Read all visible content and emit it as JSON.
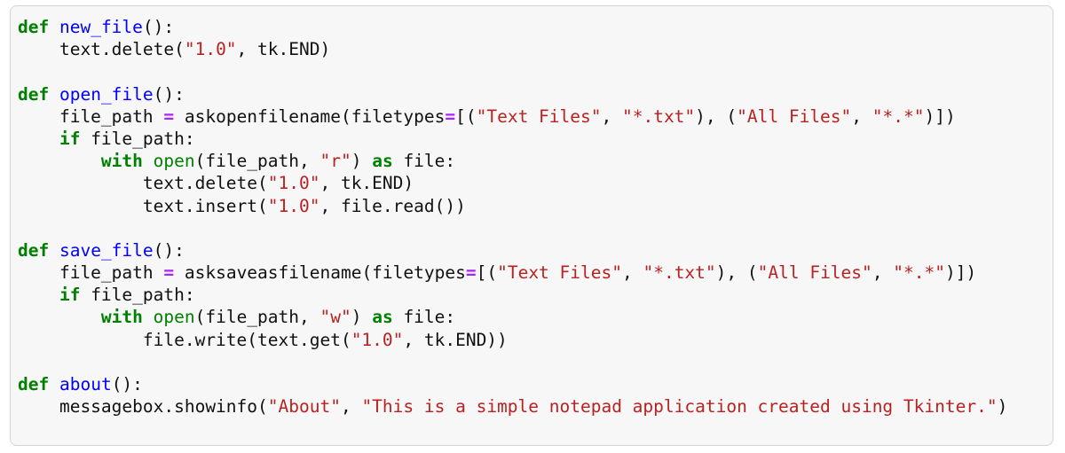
{
  "palette": {
    "page_background": "#ffffff",
    "block_background": "#f7f7f7",
    "block_border": "#d5d5d5",
    "keyword": "#008000",
    "function_name": "#0000FF",
    "builtin": "#008000",
    "string": "#BA2121",
    "operator": "#AA22FF",
    "plain": "#111111"
  },
  "code": {
    "language": "python",
    "token_styles": {
      "k": {
        "name": "keyword",
        "color": "#008000",
        "bold": true
      },
      "f": {
        "name": "function-name",
        "color": "#0000FF",
        "bold": false
      },
      "b": {
        "name": "builtin",
        "color": "#008000",
        "bold": false
      },
      "s": {
        "name": "string",
        "color": "#BA2121",
        "bold": false
      },
      "o": {
        "name": "operator",
        "color": "#AA22FF",
        "bold": true
      },
      "p": {
        "name": "plain",
        "color": "#111111",
        "bold": false
      }
    },
    "lines": [
      [
        {
          "t": "def",
          "c": "k"
        },
        {
          "t": " ",
          "c": "p"
        },
        {
          "t": "new_file",
          "c": "f"
        },
        {
          "t": "():",
          "c": "p"
        }
      ],
      [
        {
          "t": "    text.delete(",
          "c": "p"
        },
        {
          "t": "\"1.0\"",
          "c": "s"
        },
        {
          "t": ", tk.END)",
          "c": "p"
        }
      ],
      [],
      [
        {
          "t": "def",
          "c": "k"
        },
        {
          "t": " ",
          "c": "p"
        },
        {
          "t": "open_file",
          "c": "f"
        },
        {
          "t": "():",
          "c": "p"
        }
      ],
      [
        {
          "t": "    file_path ",
          "c": "p"
        },
        {
          "t": "=",
          "c": "o"
        },
        {
          "t": " askopenfilename(filetypes",
          "c": "p"
        },
        {
          "t": "=",
          "c": "o"
        },
        {
          "t": "[(",
          "c": "p"
        },
        {
          "t": "\"Text Files\"",
          "c": "s"
        },
        {
          "t": ", ",
          "c": "p"
        },
        {
          "t": "\"*.txt\"",
          "c": "s"
        },
        {
          "t": "), (",
          "c": "p"
        },
        {
          "t": "\"All Files\"",
          "c": "s"
        },
        {
          "t": ", ",
          "c": "p"
        },
        {
          "t": "\"*.*\"",
          "c": "s"
        },
        {
          "t": ")])",
          "c": "p"
        }
      ],
      [
        {
          "t": "    ",
          "c": "p"
        },
        {
          "t": "if",
          "c": "k"
        },
        {
          "t": " file_path:",
          "c": "p"
        }
      ],
      [
        {
          "t": "        ",
          "c": "p"
        },
        {
          "t": "with",
          "c": "k"
        },
        {
          "t": " ",
          "c": "p"
        },
        {
          "t": "open",
          "c": "b"
        },
        {
          "t": "(file_path, ",
          "c": "p"
        },
        {
          "t": "\"r\"",
          "c": "s"
        },
        {
          "t": ") ",
          "c": "p"
        },
        {
          "t": "as",
          "c": "k"
        },
        {
          "t": " file:",
          "c": "p"
        }
      ],
      [
        {
          "t": "            text.delete(",
          "c": "p"
        },
        {
          "t": "\"1.0\"",
          "c": "s"
        },
        {
          "t": ", tk.END)",
          "c": "p"
        }
      ],
      [
        {
          "t": "            text.insert(",
          "c": "p"
        },
        {
          "t": "\"1.0\"",
          "c": "s"
        },
        {
          "t": ", file.read())",
          "c": "p"
        }
      ],
      [],
      [
        {
          "t": "def",
          "c": "k"
        },
        {
          "t": " ",
          "c": "p"
        },
        {
          "t": "save_file",
          "c": "f"
        },
        {
          "t": "():",
          "c": "p"
        }
      ],
      [
        {
          "t": "    file_path ",
          "c": "p"
        },
        {
          "t": "=",
          "c": "o"
        },
        {
          "t": " asksaveasfilename(filetypes",
          "c": "p"
        },
        {
          "t": "=",
          "c": "o"
        },
        {
          "t": "[(",
          "c": "p"
        },
        {
          "t": "\"Text Files\"",
          "c": "s"
        },
        {
          "t": ", ",
          "c": "p"
        },
        {
          "t": "\"*.txt\"",
          "c": "s"
        },
        {
          "t": "), (",
          "c": "p"
        },
        {
          "t": "\"All Files\"",
          "c": "s"
        },
        {
          "t": ", ",
          "c": "p"
        },
        {
          "t": "\"*.*\"",
          "c": "s"
        },
        {
          "t": ")])",
          "c": "p"
        }
      ],
      [
        {
          "t": "    ",
          "c": "p"
        },
        {
          "t": "if",
          "c": "k"
        },
        {
          "t": " file_path:",
          "c": "p"
        }
      ],
      [
        {
          "t": "        ",
          "c": "p"
        },
        {
          "t": "with",
          "c": "k"
        },
        {
          "t": " ",
          "c": "p"
        },
        {
          "t": "open",
          "c": "b"
        },
        {
          "t": "(file_path, ",
          "c": "p"
        },
        {
          "t": "\"w\"",
          "c": "s"
        },
        {
          "t": ") ",
          "c": "p"
        },
        {
          "t": "as",
          "c": "k"
        },
        {
          "t": " file:",
          "c": "p"
        }
      ],
      [
        {
          "t": "            file.write(text.get(",
          "c": "p"
        },
        {
          "t": "\"1.0\"",
          "c": "s"
        },
        {
          "t": ", tk.END))",
          "c": "p"
        }
      ],
      [],
      [
        {
          "t": "def",
          "c": "k"
        },
        {
          "t": " ",
          "c": "p"
        },
        {
          "t": "about",
          "c": "f"
        },
        {
          "t": "():",
          "c": "p"
        }
      ],
      [
        {
          "t": "    messagebox.showinfo(",
          "c": "p"
        },
        {
          "t": "\"About\"",
          "c": "s"
        },
        {
          "t": ", ",
          "c": "p"
        },
        {
          "t": "\"This is a simple notepad application created using Tkinter.\"",
          "c": "s"
        },
        {
          "t": ")",
          "c": "p"
        }
      ]
    ]
  }
}
